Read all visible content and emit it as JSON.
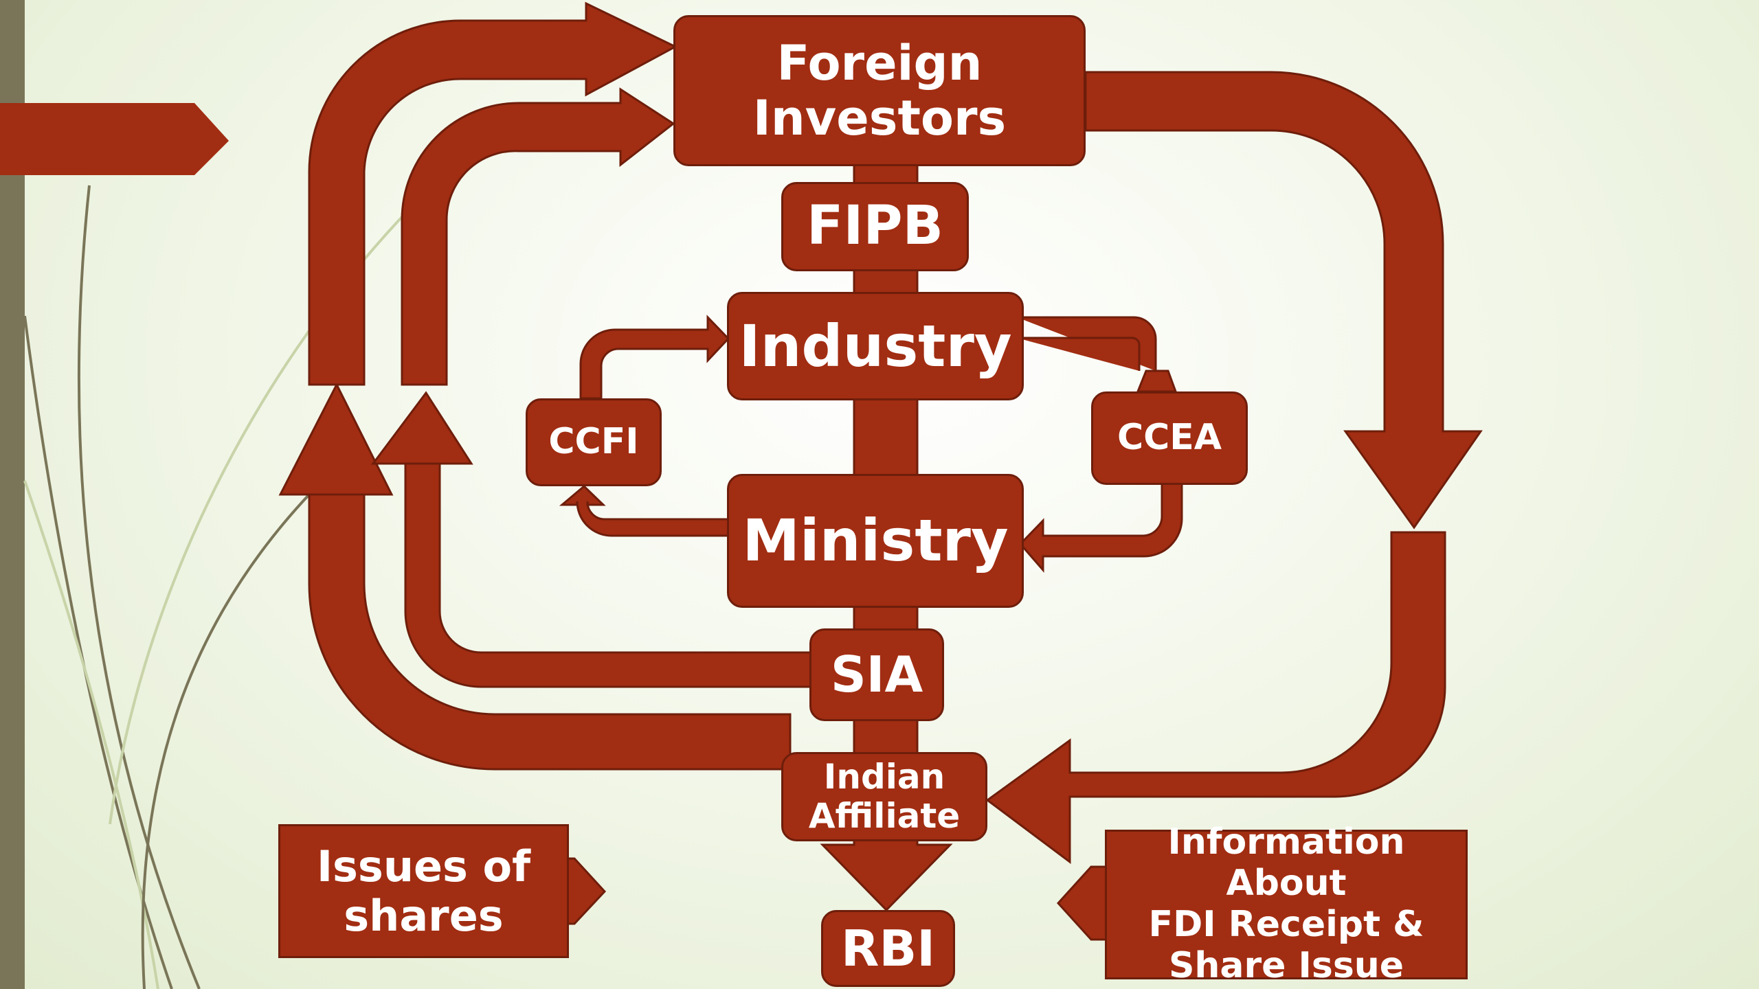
{
  "colors": {
    "arrow_fill": "#a12d12",
    "arrow_stroke": "#6e1e0b",
    "sidebar": "#7a7558",
    "background": "#e8f0d8"
  },
  "nodes": {
    "foreign_investors": {
      "line1": "Foreign",
      "line2": "Investors"
    },
    "fipb": "FIPB",
    "industry": "Industry",
    "ccfi": "CCFI",
    "ccea": "CCEA",
    "ministry": "Ministry",
    "sia": "SIA",
    "indian_affiliate": {
      "line1": "Indian",
      "line2": "Affiliate"
    },
    "rbi": "RBI",
    "issues_of_shares": {
      "line1": "Issues of",
      "line2": "shares"
    },
    "fdi_info": {
      "line1": "Information About",
      "line2": "FDI Receipt &",
      "line3": "Share Issue"
    }
  }
}
